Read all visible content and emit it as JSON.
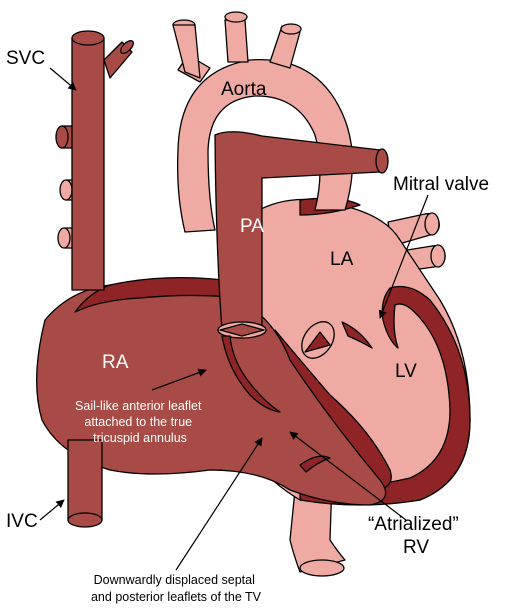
{
  "labels": {
    "svc": "SVC",
    "aorta": "Aorta",
    "mitral_valve": "Mitral valve",
    "pa": "PA",
    "la": "LA",
    "ra": "RA",
    "lv": "LV",
    "sail_leaflet": [
      "Sail-like anterior leaflet",
      "attached to the true",
      "tricuspid annulus"
    ],
    "ivc": "IVC",
    "atrialized_rv": [
      "“Atrialized”",
      "RV"
    ],
    "displaced_leaflets": [
      "Downwardly displaced septal",
      "and posterior leaflets of the TV"
    ]
  },
  "colors": {
    "right_heart": "#a84a45",
    "left_heart": "#f0aaa4",
    "myocardium": "#8f2426",
    "outline": "#000000",
    "background": "#ffffff"
  }
}
